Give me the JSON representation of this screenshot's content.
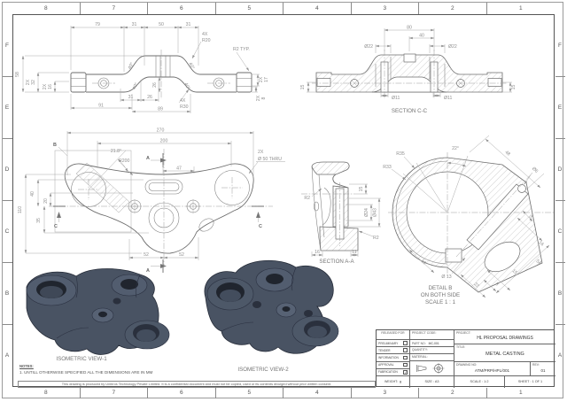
{
  "sheet": {
    "cols": [
      "8",
      "7",
      "6",
      "5",
      "4",
      "3",
      "2",
      "1"
    ],
    "rows": [
      "F",
      "E",
      "D",
      "C",
      "B",
      "A"
    ]
  },
  "front_view": {
    "top_79": "79",
    "top_31a": "31",
    "top_50": "50",
    "top_31b": "31",
    "r20_qty": "4X",
    "r20": "R20",
    "r2_typ": "R2 TYP.",
    "left_58": "58",
    "left_32_qty": "2X",
    "left_32": "32",
    "left_16_qty": "2X",
    "left_16": "16",
    "mid_26": "26",
    "right_17_qty": "2X",
    "right_17": "17",
    "right_8_qty": "2X",
    "right_8": "8",
    "bot_31": "31",
    "bot_26": "26",
    "r30_qty": "4X",
    "r30": "R30",
    "bot_91": "91",
    "bot_89": "89",
    "ang_tl": "40°",
    "ang_tr": "40°",
    "ang_bl": "40°",
    "ang_br": "40°"
  },
  "section_cc": {
    "label": "SECTION C-C",
    "d80": "80",
    "d40": "40",
    "dia22_l": "Ø22",
    "dia22_r": "Ø22",
    "dia11_l": "Ø11",
    "dia11_r": "Ø11",
    "h15_l": "15",
    "h15_r": "15"
  },
  "plan_view": {
    "w270": "270",
    "w200": "200",
    "ang218": "21.8°",
    "r200": "R200",
    "d47": "47",
    "hole_qty": "2X",
    "hole_note": "Ø 50 THRU",
    "h110": "110",
    "h40": "40",
    "h20": "20",
    "h35": "35",
    "b52_l": "52",
    "b52_r": "52",
    "sec_a": "A",
    "sec_c": "C",
    "detail_mark": "B"
  },
  "section_aa": {
    "label": "SECTION A-A",
    "r2_top": "R2",
    "d15": "15",
    "dia24": "Ø24",
    "dia43": "Ø43",
    "r2_bot": "R2",
    "d16": "16",
    "d11": "11"
  },
  "detail_b": {
    "title": "DETAIL B",
    "subtitle": "ON BOTH SIDE",
    "scale": "SCALE 1 : 1",
    "r35": "R35",
    "r33": "R33",
    "ang22": "22°",
    "d48": "48",
    "dia6": "Ø6",
    "d3": "3",
    "d16": "16",
    "d54": "54",
    "d15": "15",
    "d8": "8",
    "d22": "22",
    "dia13": "Ø 13",
    "d10": "10"
  },
  "isometric": {
    "view1": "ISOMETRIC VIEW-1",
    "view2": "ISOMETRIC VIEW-2"
  },
  "notes": {
    "heading": "NOTES:",
    "line1": "1. UNTILL OTHERWISE SPECIFIED ALL THE DIMENSIONS ARE IN MM"
  },
  "footer": {
    "confidentiality": "This drawing is produced by Unibros Technology Private Limited. It is a confidential document and must not be copied, used or its contents divulged without prior written consent."
  },
  "title_block": {
    "released_for": "RELEASED FOR",
    "approvals": [
      {
        "label": "PRELIMINARY",
        "check": ""
      },
      {
        "label": "TENDER",
        "check": ""
      },
      {
        "label": "INFORMATION",
        "check": ""
      },
      {
        "label": "APPROVAL",
        "check": ""
      },
      {
        "label": "FABRICATION",
        "check": "✓"
      }
    ],
    "weight_label": "WEIGHT:",
    "weight_value": "g",
    "project_code_label": "PROJECT CODE:",
    "part_no_label": "PART NO:",
    "part_no_value": "MC-001",
    "quantity_label": "QUANTITY:",
    "material_label": "MATERIAL:",
    "size_label": "SIZE : A3",
    "project_label": "PROJECT:",
    "project_value": "HL PROPOSAL DRAWINGS",
    "title_label": "TITLE:",
    "title_value": "METAL CASTING",
    "drawing_no_label": "DRAWING NO:",
    "drawing_no_value": "ATM/PRP/HPL/001",
    "rev_label": "REV:",
    "rev_value": "01",
    "scale_label": "SCALE : 1:2",
    "sheet_label": "SHEET : 1 OF 1"
  },
  "colors": {
    "line": "#6e6e6e",
    "dim": "#a8a8a8",
    "iso_body": "#495363",
    "iso_dark": "#262c38",
    "paper": "#ffffff"
  }
}
